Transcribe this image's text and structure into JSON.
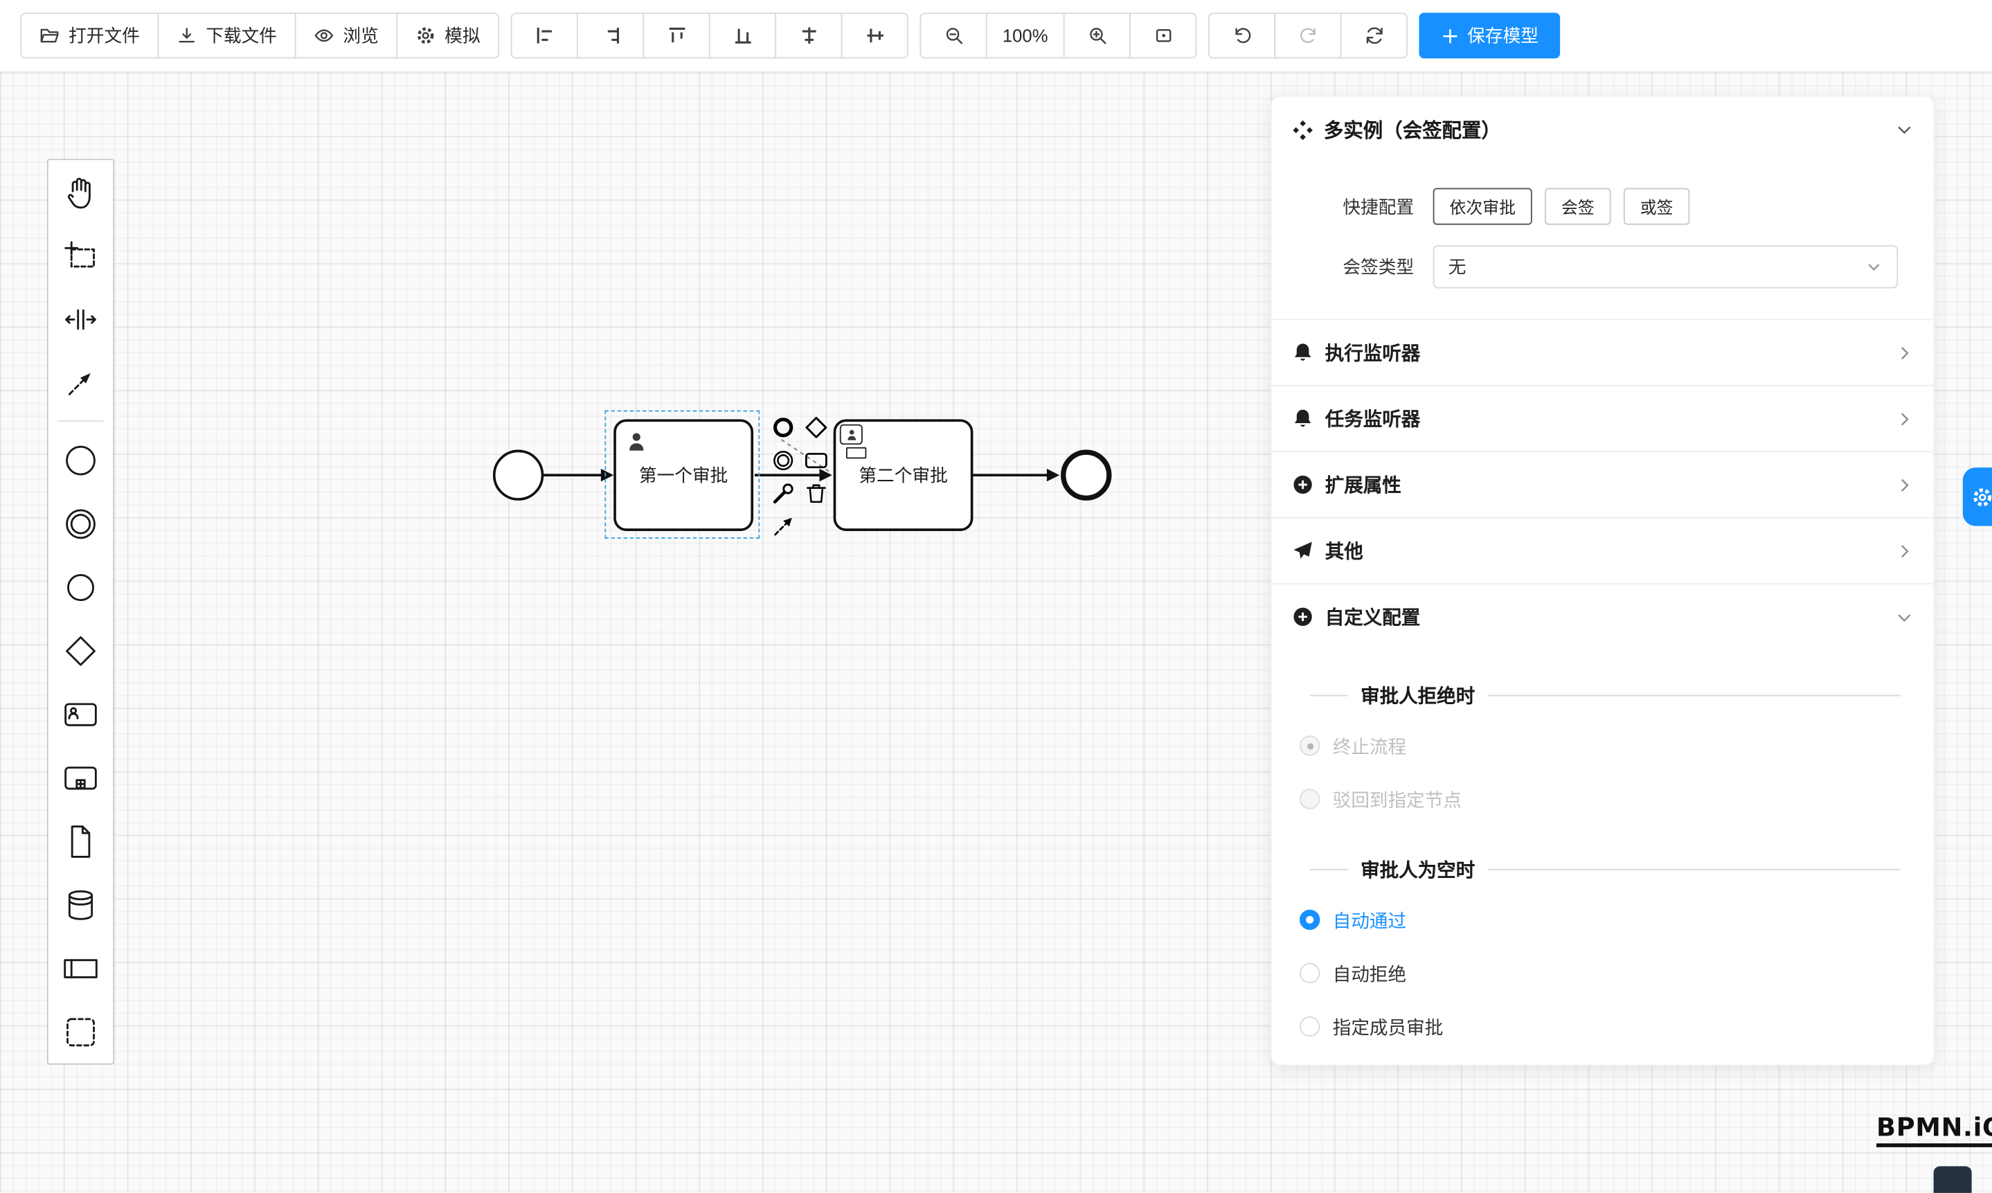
{
  "colors": {
    "accent": "#1890ff"
  },
  "toolbar": {
    "open": "打开文件",
    "download": "下载文件",
    "preview": "浏览",
    "simulate": "模拟",
    "zoom": "100%",
    "save": "保存模型"
  },
  "diagram": {
    "task1_label": "第一个审批",
    "task2_label": "第二个审批"
  },
  "panel": {
    "title": "多实例（会签配置）",
    "quick_label": "快捷配置",
    "quick_options": [
      "依次审批",
      "会签",
      "或签"
    ],
    "active_quick_option": "依次审批",
    "sign_type_label": "会签类型",
    "sign_type_value": "无",
    "sections": [
      {
        "label": "执行监听器"
      },
      {
        "label": "任务监听器"
      },
      {
        "label": "扩展属性"
      },
      {
        "label": "其他"
      },
      {
        "label": "自定义配置"
      }
    ],
    "custom": {
      "reject_title": "审批人拒绝时",
      "reject_options": [
        {
          "label": "终止流程",
          "checked": true,
          "disabled": true
        },
        {
          "label": "驳回到指定节点",
          "checked": false,
          "disabled": true
        }
      ],
      "empty_title": "审批人为空时",
      "empty_options": [
        {
          "label": "自动通过",
          "checked": true,
          "disabled": false
        },
        {
          "label": "自动拒绝",
          "checked": false,
          "disabled": false
        },
        {
          "label": "指定成员审批",
          "checked": false,
          "disabled": false
        }
      ]
    }
  },
  "logo": "BPMN.iO"
}
